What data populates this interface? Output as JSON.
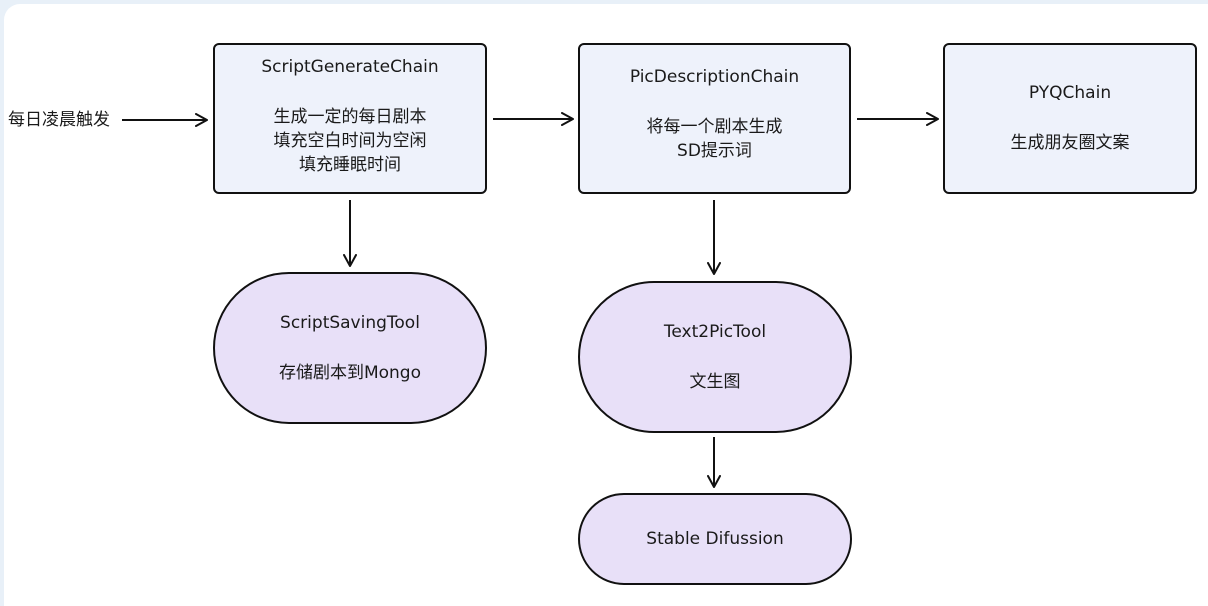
{
  "trigger": "每日凌晨触发",
  "chains": [
    {
      "title": "ScriptGenerateChain",
      "desc": "生成一定的每日剧本\n填充空白时间为空闲\n填充睡眠时间"
    },
    {
      "title": "PicDescriptionChain",
      "desc": "将每一个剧本生成\nSD提示词"
    },
    {
      "title": "PYQChain",
      "desc": "生成朋友圈文案"
    }
  ],
  "tools": [
    {
      "title": "ScriptSavingTool",
      "desc": "存储剧本到Mongo"
    },
    {
      "title": "Text2PicTool",
      "desc": "文生图"
    },
    {
      "title": "Stable Difussion",
      "desc": ""
    }
  ],
  "colors": {
    "chain_fill": "#eef2fb",
    "tool_fill": "#e8e0f8",
    "stroke": "#111111",
    "page_frame": "#e8f0f8"
  }
}
